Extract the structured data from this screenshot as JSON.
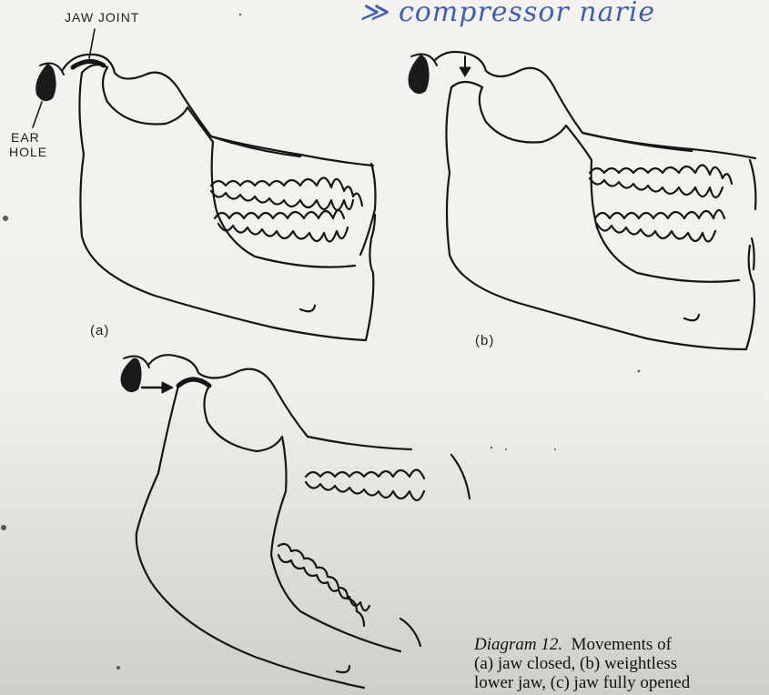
{
  "handwritten_note": "≫ compressor narie",
  "labels": {
    "jaw_joint": "JAW JOINT",
    "ear_line1": "EAR",
    "ear_line2": "HOLE"
  },
  "panels": [
    {
      "id": "a",
      "label": "(a)"
    },
    {
      "id": "b",
      "label": "(b)"
    },
    {
      "id": "c",
      "label": ""
    }
  ],
  "caption": {
    "title": "Diagram 12.",
    "line1_rest": "Movements of",
    "line2": "(a) jaw closed, (b) weightless",
    "line3": "lower jaw, (c) jaw fully opened"
  },
  "colors": {
    "ink": "#151515",
    "handwriting": "#3f5fb3",
    "paper": "#f2f1ed"
  }
}
